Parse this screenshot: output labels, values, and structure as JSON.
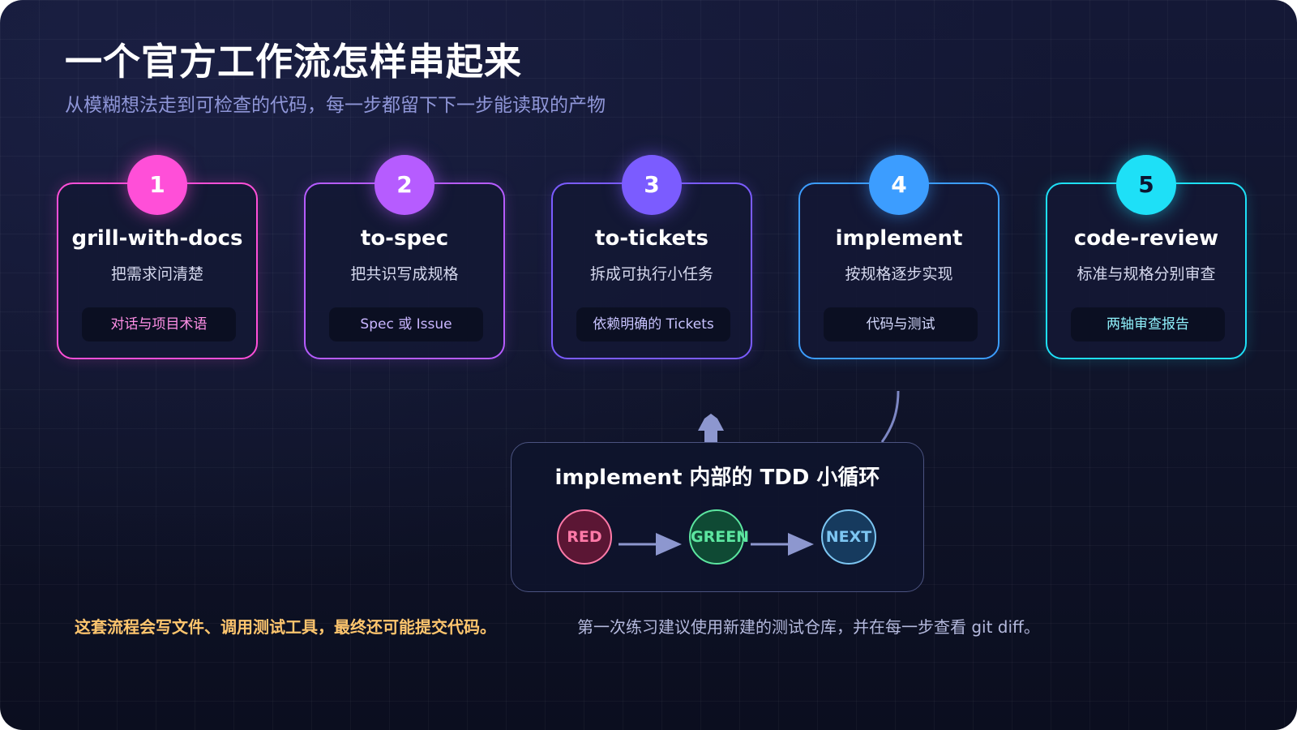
{
  "header": {
    "title": "一个官方工作流怎样串起来",
    "subtitle": "从模糊想法走到可检查的代码，每一步都留下下一步能读取的产物"
  },
  "steps": [
    {
      "number": "1",
      "name": "grill-with-docs",
      "desc": "把需求问清楚",
      "output": "对话与项目术语",
      "color": "#ff4fd8"
    },
    {
      "number": "2",
      "name": "to-spec",
      "desc": "把共识写成规格",
      "output": "Spec 或 Issue",
      "color": "#b65cff"
    },
    {
      "number": "3",
      "name": "to-tickets",
      "desc": "拆成可执行小任务",
      "output": "依赖明确的 Tickets",
      "color": "#7b5cff"
    },
    {
      "number": "4",
      "name": "implement",
      "desc": "按规格逐步实现",
      "output": "代码与测试",
      "color": "#3c9dff"
    },
    {
      "number": "5",
      "name": "code-review",
      "desc": "标准与规格分别审查",
      "output": "两轴审查报告",
      "color": "#1ee0f7"
    }
  ],
  "tdd": {
    "title": "implement 内部的 TDD 小循环",
    "steps": [
      {
        "label": "RED",
        "color": "#ff7aa8"
      },
      {
        "label": "GREEN",
        "color": "#5ce6a0"
      },
      {
        "label": "NEXT",
        "color": "#7dc6f2"
      }
    ]
  },
  "footer": {
    "warning": "这套流程会写文件、调用测试工具，最终还可能提交代码。",
    "tip": "第一次练习建议使用新建的测试仓库，并在每一步查看 git diff。"
  }
}
